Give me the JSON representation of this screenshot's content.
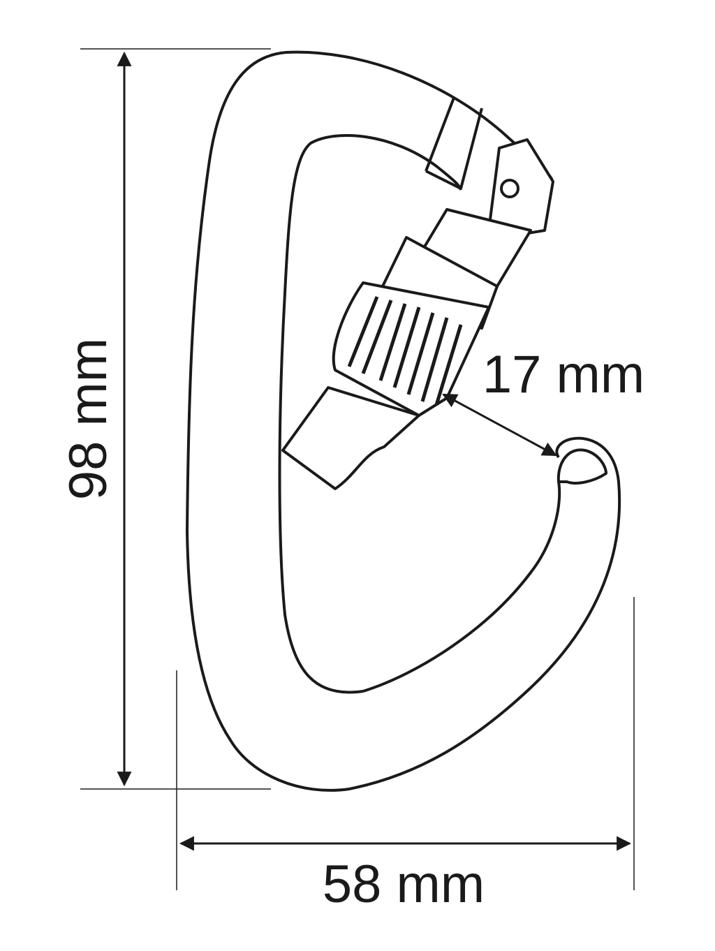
{
  "diagram": {
    "subject": "screw-lock carabiner",
    "line_color": "#1a1a1a",
    "background_color": "#ffffff",
    "dimensions": {
      "height_label": "98 mm",
      "width_label": "58 mm",
      "gate_opening_label": "17 mm"
    }
  }
}
